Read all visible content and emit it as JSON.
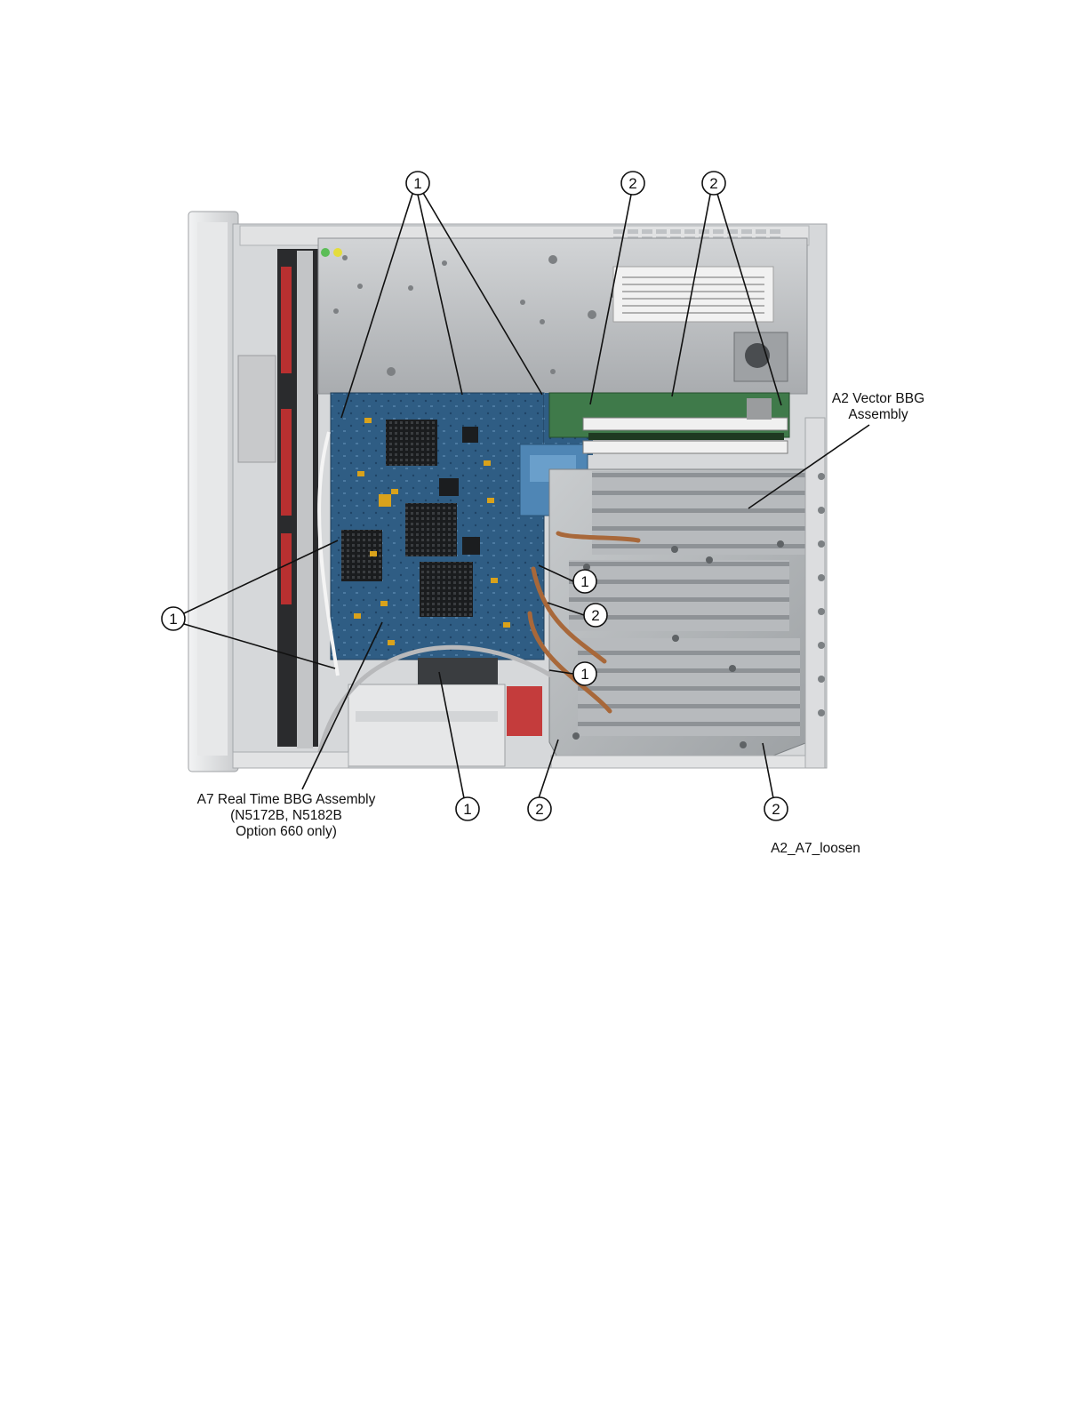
{
  "figure": {
    "figure_id": "A2_A7_loosen",
    "labels": {
      "a2_line1": "A2 Vector BBG",
      "a2_line2": "Assembly",
      "a7_line1": "A7 Real Time BBG Assembly",
      "a7_line2": "(N5172B, N5182B",
      "a7_line3": "Option 660 only)"
    },
    "callouts": [
      {
        "id": "c-top-1",
        "number": "1"
      },
      {
        "id": "c-top-2a",
        "number": "2"
      },
      {
        "id": "c-top-2b",
        "number": "2"
      },
      {
        "id": "c-left-1",
        "number": "1"
      },
      {
        "id": "c-mid-1a",
        "number": "1"
      },
      {
        "id": "c-mid-2",
        "number": "2"
      },
      {
        "id": "c-mid-1b",
        "number": "1"
      },
      {
        "id": "c-bot-1",
        "number": "1"
      },
      {
        "id": "c-bot-2a",
        "number": "2"
      },
      {
        "id": "c-bot-2b",
        "number": "2"
      }
    ],
    "colors": {
      "chassis": "#d6d8da",
      "pcb": "#2e5c82",
      "heatsink": "#b9bcbf",
      "cover": "#c4c6c8",
      "line": "#111111"
    }
  }
}
